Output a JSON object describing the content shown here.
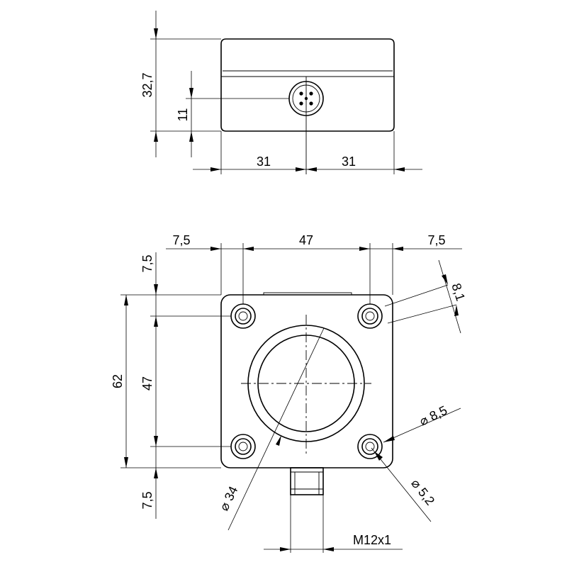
{
  "dimensions": {
    "top_height": "32,7",
    "connector_height": "11",
    "half_width_left": "31",
    "half_width_right": "31",
    "margin_left": "7,5",
    "hole_spacing_h": "47",
    "margin_right": "7,5",
    "margin_top": "7,5",
    "total_height": "62",
    "hole_spacing_v": "47",
    "margin_bottom": "7,5",
    "corner_dim": "8,1",
    "counterbore_dia": "⌀ 8,5",
    "hole_dia": "⌀ 5,2",
    "face_dia": "⌀ 34",
    "thread": "M12x1"
  }
}
